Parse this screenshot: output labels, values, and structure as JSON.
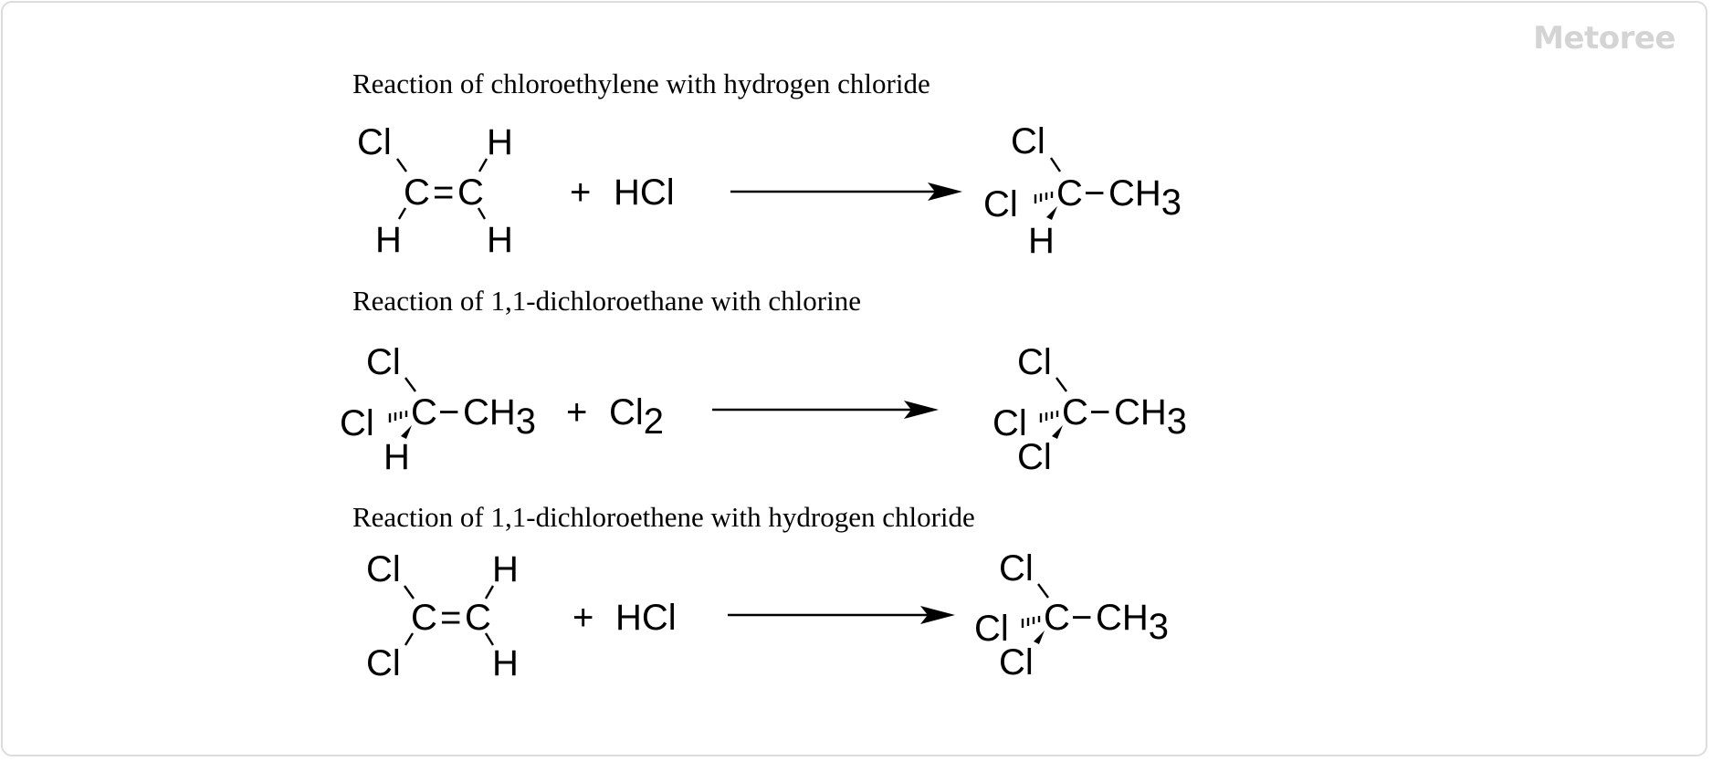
{
  "brand": {
    "logo_text": "Metoree"
  },
  "reactions": [
    {
      "title": "Reaction of chloroethylene with hydrogen chloride",
      "reactant": {
        "top_left": "Cl",
        "top_right": "H",
        "bottom_left": "H",
        "bottom_right": "H",
        "carbon_left": "C",
        "double_bond": "=",
        "carbon_right": "C"
      },
      "plus": "+",
      "reagent": {
        "main": "HCl",
        "subscript": ""
      },
      "product": {
        "top": "Cl",
        "left": "Cl",
        "bottom": "H",
        "center": "C",
        "bond": "−",
        "group": "CH",
        "group_sub": "3"
      }
    },
    {
      "title": "Reaction of 1,1-dichloroethane with chlorine",
      "reactant": {
        "top": "Cl",
        "left": "Cl",
        "bottom": "H",
        "center": "C",
        "bond": "−",
        "group": "CH",
        "group_sub": "3"
      },
      "plus": "+",
      "reagent": {
        "main": "Cl",
        "subscript": "2"
      },
      "product": {
        "top": "Cl",
        "left": "Cl",
        "bottom": "Cl",
        "center": "C",
        "bond": "−",
        "group": "CH",
        "group_sub": "3"
      }
    },
    {
      "title": "Reaction of 1,1-dichloroethene with hydrogen chloride",
      "reactant": {
        "top_left": "Cl",
        "top_right": "H",
        "bottom_left": "Cl",
        "bottom_right": "H",
        "carbon_left": "C",
        "double_bond": "=",
        "carbon_right": "C"
      },
      "plus": "+",
      "reagent": {
        "main": "HCl",
        "subscript": ""
      },
      "product": {
        "top": "Cl",
        "left": "Cl",
        "bottom": "Cl",
        "center": "C",
        "bond": "−",
        "group": "CH",
        "group_sub": "3"
      }
    }
  ]
}
